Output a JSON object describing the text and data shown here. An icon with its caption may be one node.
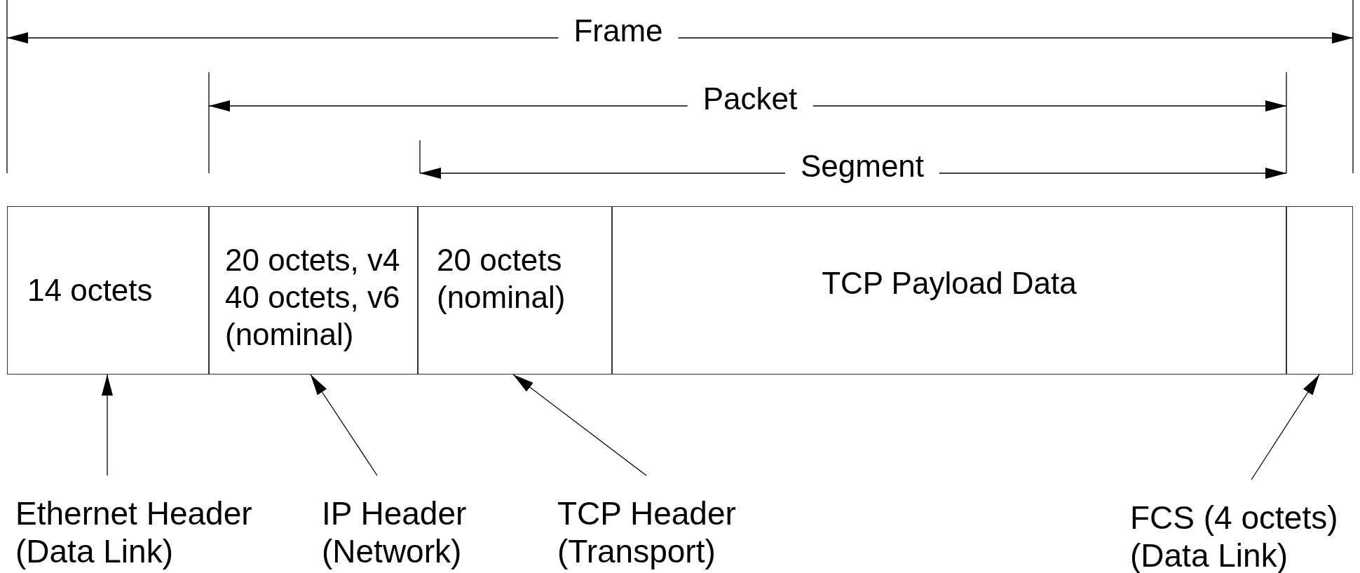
{
  "diagram": {
    "nodes": [
      {
        "text": [
          "14 octets"
        ]
      },
      {
        "text": [
          "20 octets, v4",
          "40 octets, v6",
          "(nominal)"
        ]
      },
      {
        "text": [
          "20 octets (nominal)"
        ]
      },
      {
        "text": [
          "TCP Payload Data"
        ]
      },
      {
        "text": [],
        "shape": "box"
      },
      {
        "text": [
          "Ethernet Header (Data Link)"
        ]
      },
      {
        "text": [
          "IP Header (Network)"
        ]
      },
      {
        "text": [
          "TCP Header (Transport)"
        ]
      },
      {
        "text": [
          "FCS (4 octets) (Data Link)"
        ]
      }
    ],
    "edges": [
      {
        "from": 5,
        "to": 0,
        "arrow": "to"
      },
      {
        "from": 6,
        "to": 1,
        "arrow": "to"
      },
      {
        "from": 7,
        "to": 2,
        "arrow": "to"
      },
      {
        "from": 8,
        "to": 4,
        "arrow": "to"
      }
    ],
    "labels": [
      "Frame",
      "Packet",
      "Segment"
    ]
  }
}
